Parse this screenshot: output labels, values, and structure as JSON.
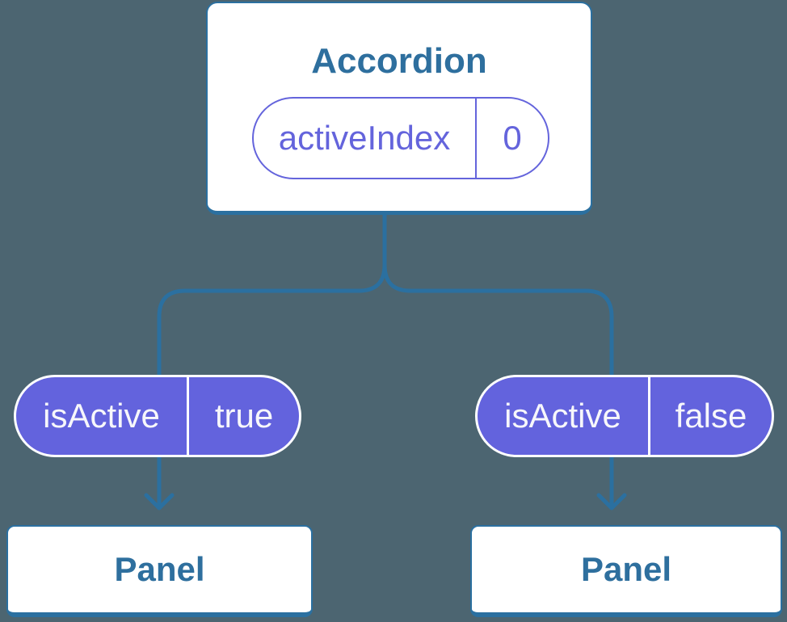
{
  "diagram": {
    "colors": {
      "bg": "#4c6571",
      "blue": "#2b70a0",
      "blue_text": "#2e6f9e",
      "purple": "#6464dc",
      "purple_fill": "#6363dd",
      "pill_text": "#f7f7fb",
      "node_bg": "#ffffff"
    },
    "root": {
      "title": "Accordion",
      "state": {
        "name": "activeIndex",
        "value": "0"
      }
    },
    "children": [
      {
        "prop": {
          "name": "isActive",
          "value": "true"
        },
        "panel_label": "Panel"
      },
      {
        "prop": {
          "name": "isActive",
          "value": "false"
        },
        "panel_label": "Panel"
      }
    ]
  }
}
